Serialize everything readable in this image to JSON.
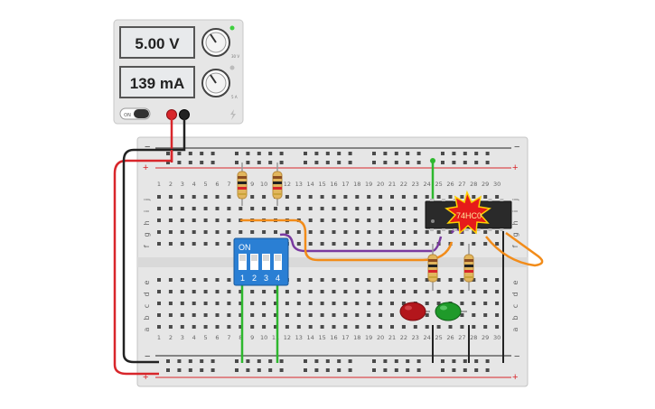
{
  "power_supply": {
    "voltage_display": "5.00 V",
    "current_display": "139 mA",
    "voltage_knob_label": "30 V",
    "current_knob_label": "5 A",
    "switch_label": "ON",
    "colors": {
      "body": "#e6e6e6",
      "display": "#e8eaec",
      "positive_jack": "#d8262b",
      "negative_jack": "#222222"
    }
  },
  "breadboard": {
    "columns": [
      "1",
      "2",
      "3",
      "4",
      "5",
      "6",
      "7",
      "8",
      "9",
      "10",
      "11",
      "12",
      "13",
      "14",
      "15",
      "16",
      "17",
      "18",
      "19",
      "20",
      "21",
      "22",
      "23",
      "24",
      "25",
      "26",
      "27",
      "28",
      "29",
      "30"
    ],
    "top_rows": [
      "j",
      "i",
      "h",
      "g",
      "f"
    ],
    "bottom_rows": [
      "e",
      "d",
      "c",
      "b",
      "a"
    ],
    "rail_minus": "−",
    "rail_plus": "+",
    "colors": {
      "board": "#e6e6e6",
      "hole": "#4a4a4a",
      "rail_red": "#d8262b",
      "rail_black": "#222222"
    }
  },
  "dip_switch": {
    "on_label": "ON",
    "switch_numbers": [
      "1",
      "2",
      "3",
      "4"
    ],
    "color": "#2a7fd4"
  },
  "ic_chip": {
    "label": "74HC0",
    "alert_color": "#e61a1a",
    "star_color": "#ffd200"
  },
  "leds": [
    {
      "color_name": "red",
      "color": "#b3161c"
    },
    {
      "color_name": "green",
      "color": "#1f9a2a"
    }
  ],
  "wire_colors": {
    "red": "#d8262b",
    "black": "#222222",
    "green": "#2eb82e",
    "orange": "#f28c1a",
    "purple": "#7a3aa0"
  }
}
